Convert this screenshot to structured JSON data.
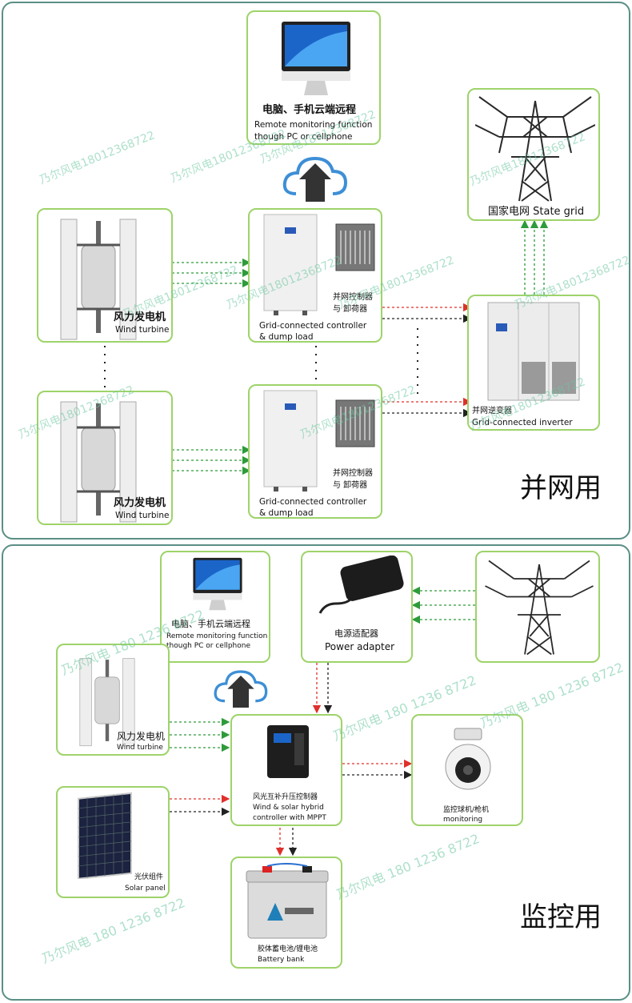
{
  "grid_section": {
    "title": "并网用",
    "monitor_zh": "电脑、手机云端远程",
    "monitor_en1": "Remote monitoring function",
    "monitor_en2": "though PC or cellphone",
    "turbine_zh": "风力发电机",
    "turbine_en": "Wind turbine",
    "controller_zh1": "并网控制器",
    "controller_zh2": "与 卸荷器",
    "controller_en1": "Grid-connected controller",
    "controller_en2": "& dump load",
    "grid_label": "国家电网 State grid",
    "inverter_zh": "并网逆变器",
    "inverter_en": "Grid-connected inverter"
  },
  "monitor_section": {
    "title": "监控用",
    "monitor_zh": "电脑、手机云端远程",
    "monitor_en1": "Remote monitoring function",
    "monitor_en2": "though PC or cellphone",
    "adapter_zh": "电源适配器",
    "adapter_en": "Power adapter",
    "turbine_zh": "风力发电机",
    "turbine_en": "Wind turbine",
    "hybrid_zh": "风光互补升压控制器",
    "hybrid_en1": "Wind & solar hybrid",
    "hybrid_en2": "controller with MPPT",
    "camera_zh": "监控球机/枪机",
    "camera_en": "monitoring",
    "solar_zh": "光伏组件",
    "solar_en": "Solar panel",
    "battery_zh": "胶体蓄电池/锂电池",
    "battery_en": "Battery bank"
  },
  "watermarks": {
    "wm1": "乃尔风电18012368722",
    "wm2": "乃尔风电 180 1236 8722"
  },
  "colors": {
    "panel_border": "#5a8f86",
    "box_border": "#9ed36a",
    "green_line": "#2e9b3a",
    "red_line": "#e0302b",
    "black_line": "#222222",
    "watermark": "#6cc7a0"
  }
}
